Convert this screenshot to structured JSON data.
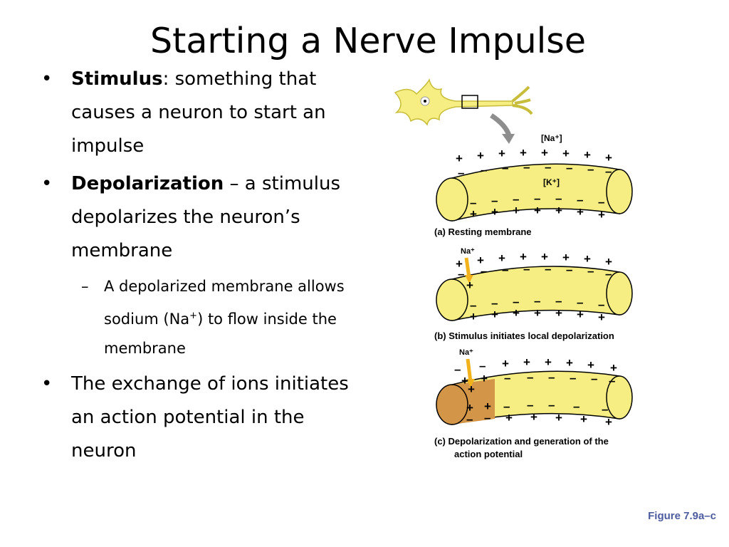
{
  "title": "Starting a Nerve Impulse",
  "bullets": {
    "stimulus_term": "Stimulus",
    "stimulus_def": ": something that causes a neuron to start an impulse",
    "depol_term": "Depolarization",
    "depol_def": " – a stimulus depolarizes the neuron’s membrane",
    "sub_pre": "A depolarized membrane allows sodium (Na",
    "sub_sup": "+",
    "sub_post": ") to flow inside the membrane",
    "exchange": "The exchange of ions initiates an action potential in the neuron"
  },
  "diagram": {
    "na_outside": "[Na⁺]",
    "k_inside": "[K⁺]",
    "na_label": "Na⁺",
    "plus": "+",
    "minus": "–",
    "label_a": "(a) Resting membrane",
    "label_b": "(b) Stimulus initiates local depolarization",
    "label_c1": "(c) Depolarization and generation of the",
    "label_c2": "action potential"
  },
  "caption": "Figure 7.9a–c",
  "colors": {
    "membrane": "#f6ee82",
    "depolarized": "#d39547",
    "caption": "#4d5b9f",
    "arrow": "#f2b21b"
  }
}
